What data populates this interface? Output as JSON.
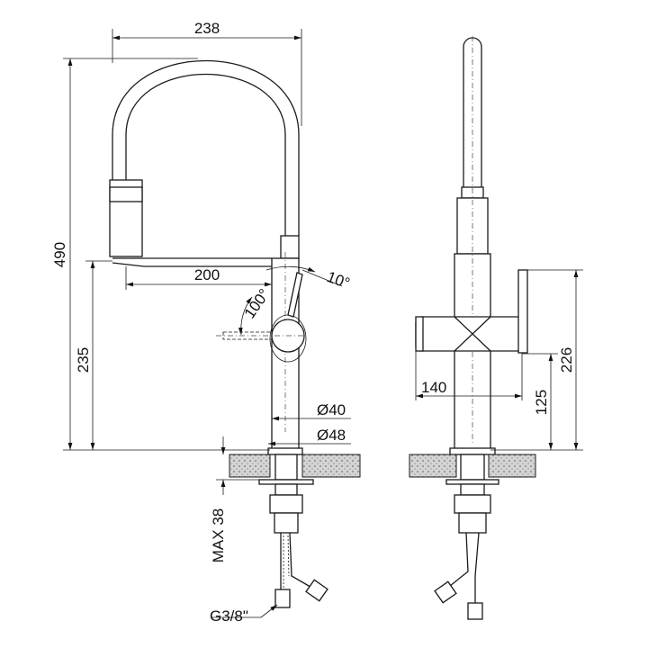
{
  "title": "Kitchen faucet technical drawing",
  "front_view": {
    "width_label": "238",
    "height_label": "490",
    "reach_label": "200",
    "lever_tilt_label": "10°",
    "lever_swing_label": "100°",
    "lever_height_label": "235",
    "body_diameter_label": "Ø40",
    "base_diameter_label": "Ø48",
    "max_thickness_label": "MAX 38",
    "connection_label": "G3/8\""
  },
  "side_view": {
    "handle_width_label": "140",
    "handle_height_label": "125",
    "lever_height_label": "226"
  },
  "colors": {
    "line": "#1a1a1a",
    "counter": "#cfcfcf"
  }
}
